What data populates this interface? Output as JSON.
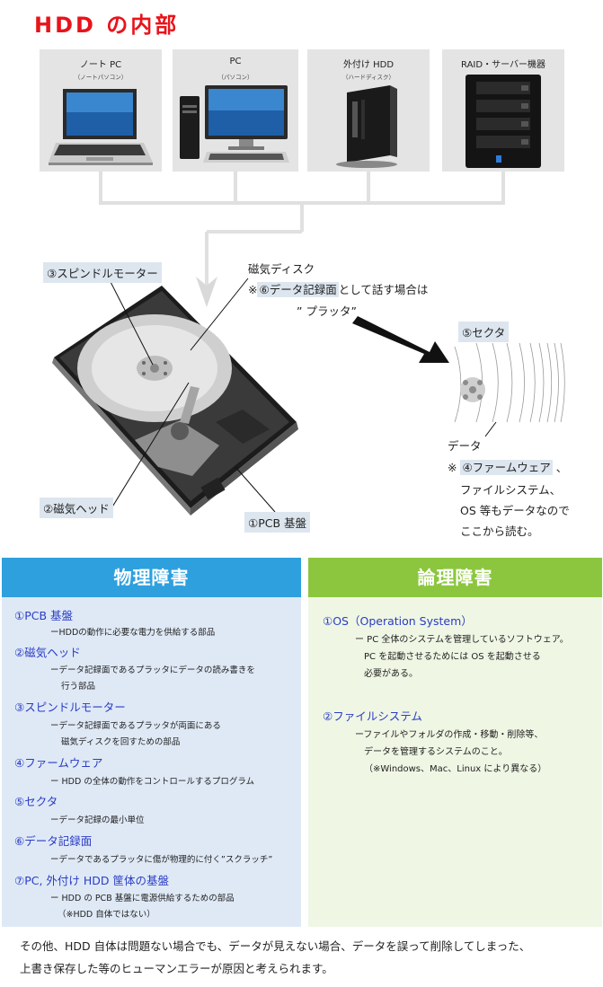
{
  "title": "HDD の内部",
  "devices": [
    {
      "name": "ノート PC",
      "sub": "（ノートパソコン）",
      "icon": "laptop-icon"
    },
    {
      "name": "PC",
      "sub": "（パソコン）",
      "icon": "desktop-pc-icon"
    },
    {
      "name": "外付け HDD",
      "sub": "（ハードディスク）",
      "icon": "external-hdd-icon"
    },
    {
      "name": "RAID・サーバー機器",
      "sub": "",
      "icon": "raid-server-icon"
    }
  ],
  "diagram": {
    "spindle": "③スピンドルモーター",
    "disk_line1": "磁気ディスク",
    "disk_note_prefix": "※",
    "disk_note_hl": "⑥データ記録面",
    "disk_note_suffix": "として話す場合は",
    "disk_note_line3": "” プラッタ”",
    "head": "②磁気ヘッド",
    "pcb": "①PCB 基盤",
    "sector": "⑤セクタ",
    "data_label": "データ",
    "firmware_prefix": "※",
    "firmware_hl": "④ファームウェア",
    "firmware_suffix": "、",
    "firmware_line2": "ファイルシステム、",
    "firmware_line3": "OS 等もデータなので",
    "firmware_line4": "ここから読む。"
  },
  "physical": {
    "heading": "物理障害",
    "items": [
      {
        "title": "①PCB 基盤",
        "desc": [
          "ーHDDの動作に必要な電力を供給する部品"
        ]
      },
      {
        "title": "②磁気ヘッド",
        "desc": [
          "ーデータ記録面であるプラッタにデータの読み書きを",
          "行う部品"
        ]
      },
      {
        "title": "③スピンドルモーター",
        "desc": [
          "ーデータ記録面であるプラッタが両面にある",
          "磁気ディスクを回すための部品"
        ]
      },
      {
        "title": "④ファームウェア",
        "desc": [
          "ー HDD の全体の動作をコントロールするプログラム"
        ]
      },
      {
        "title": "⑤セクタ",
        "desc": [
          "ーデータ記録の最小単位"
        ]
      },
      {
        "title": "⑥データ記録面",
        "desc": [
          "ーデータであるプラッタに傷が物理的に付く”スクラッチ”"
        ]
      },
      {
        "title": "⑦PC, 外付け HDD 筐体の基盤",
        "desc": [
          "ー HDD の PCB 基盤に電源供給するための部品",
          "（※HDD 自体ではない）"
        ]
      }
    ]
  },
  "logical": {
    "heading": "論理障害",
    "items": [
      {
        "title": "①OS（Operation System）",
        "desc": [
          "ー PC 全体のシステムを管理しているソフトウェア。",
          "PC を起動させるためには OS を起動させる",
          "必要がある。"
        ]
      },
      {
        "title": "②ファイルシステム",
        "desc": [
          "ーファイルやフォルダの作成・移動・削除等、",
          "データを管理するシステムのこと。",
          "（※Windows、Mac、Linux により異なる）"
        ]
      }
    ]
  },
  "footer": [
    "その他、HDD 自体は問題ない場合でも、データが見えない場合、データを誤って削除してしまった、",
    "上書き保存した等のヒューマンエラーが原因と考えられます。"
  ],
  "colors": {
    "title_red": "#e8141b",
    "physical_blue": "#2ea0de",
    "logical_green": "#8cc63f",
    "item_title_blue": "#2a3cc4"
  }
}
